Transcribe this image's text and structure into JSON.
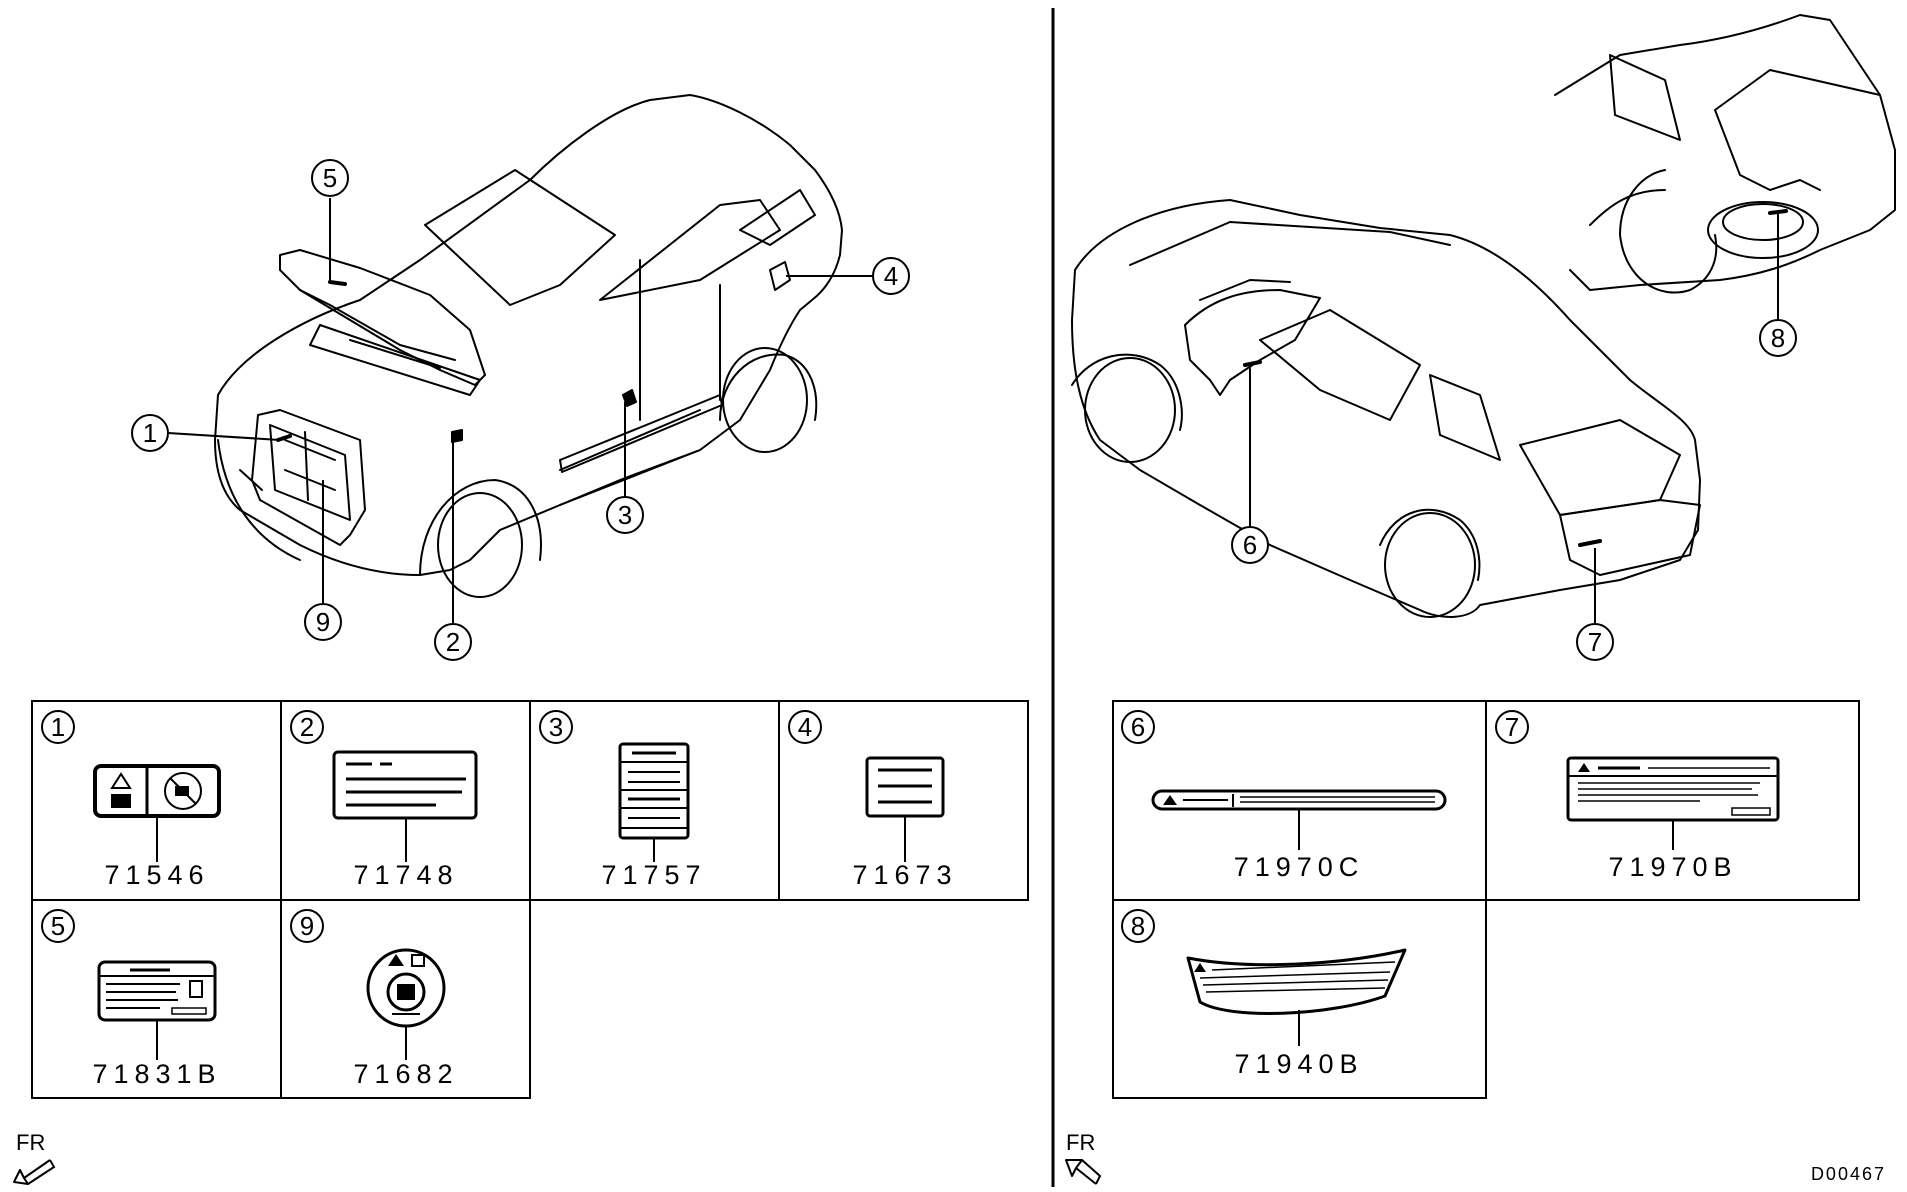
{
  "diagram_id": "D00467",
  "left_panel": {
    "direction_label": "FR",
    "callouts": [
      {
        "num": "1"
      },
      {
        "num": "2"
      },
      {
        "num": "3"
      },
      {
        "num": "4"
      },
      {
        "num": "5"
      },
      {
        "num": "9"
      }
    ],
    "parts": [
      {
        "index": "1",
        "code": "71546"
      },
      {
        "index": "2",
        "code": "71748"
      },
      {
        "index": "3",
        "code": "71757"
      },
      {
        "index": "4",
        "code": "71673"
      },
      {
        "index": "5",
        "code": "71831B"
      },
      {
        "index": "9",
        "code": "71682"
      }
    ]
  },
  "right_panel": {
    "direction_label": "FR",
    "callouts": [
      {
        "num": "6"
      },
      {
        "num": "7"
      },
      {
        "num": "8"
      }
    ],
    "parts": [
      {
        "index": "6",
        "code": "71970C"
      },
      {
        "index": "7",
        "code": "71970B"
      },
      {
        "index": "8",
        "code": "71940B"
      }
    ]
  }
}
